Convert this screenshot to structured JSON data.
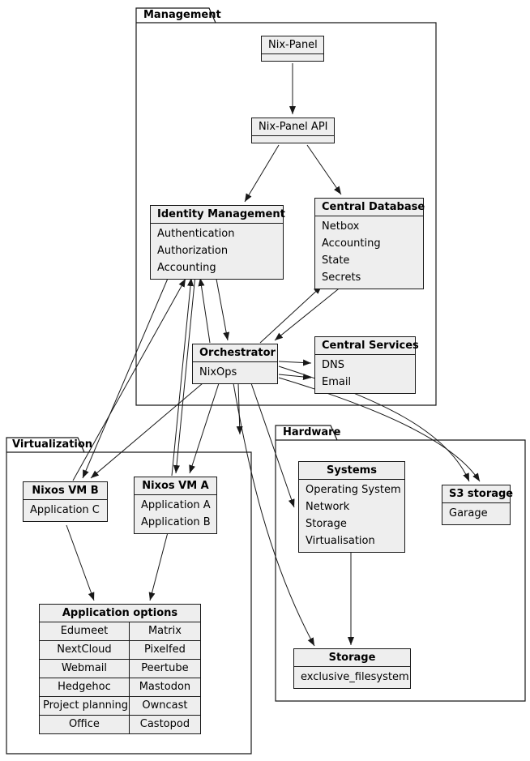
{
  "packages": {
    "management": {
      "label": "Management"
    },
    "virtualization": {
      "label": "Virtualization"
    },
    "hardware": {
      "label": "Hardware"
    }
  },
  "boxes": {
    "nix_panel": {
      "title": "Nix-Panel"
    },
    "nix_panel_api": {
      "title": "Nix-Panel API"
    },
    "identity": {
      "title": "Identity Management",
      "fields": [
        "Authentication",
        "Authorization",
        "Accounting"
      ]
    },
    "central_db": {
      "title": "Central Database",
      "fields": [
        "Netbox",
        "Accounting",
        "State",
        "Secrets"
      ]
    },
    "orchestrator": {
      "title": "Orchestrator",
      "fields": [
        "NixOps"
      ]
    },
    "central_services": {
      "title": "Central Services",
      "fields": [
        "DNS",
        "Email"
      ]
    },
    "vm_b": {
      "title": "Nixos VM B",
      "fields": [
        "Application C"
      ]
    },
    "vm_a": {
      "title": "Nixos VM A",
      "fields": [
        "Application A",
        "Application B"
      ]
    },
    "app_options": {
      "title": "Application options",
      "rows": [
        [
          "Edumeet",
          "Matrix"
        ],
        [
          "NextCloud",
          "Pixelfed"
        ],
        [
          "Webmail",
          "Peertube"
        ],
        [
          "Hedgehoc",
          "Mastodon"
        ],
        [
          "Project planning",
          "Owncast"
        ],
        [
          "Office",
          "Castopod"
        ]
      ]
    },
    "systems": {
      "title": "Systems",
      "fields": [
        "Operating System",
        "Network",
        "Storage",
        "Virtualisation"
      ]
    },
    "s3": {
      "title": "S3 storage",
      "fields": [
        "Garage"
      ]
    },
    "storage": {
      "title": "Storage",
      "fields": [
        "exclusive_filesystem"
      ]
    }
  },
  "colors": {
    "box_fill": "#eeeeee",
    "border": "#181818",
    "background": "#ffffff"
  }
}
